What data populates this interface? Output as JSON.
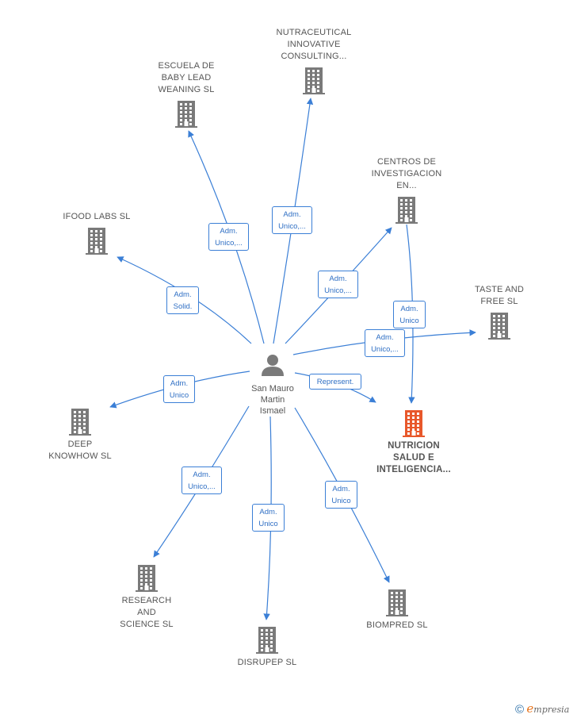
{
  "colors": {
    "edge": "#3b7fd6",
    "building": "#7a7a7a",
    "building_highlight": "#e8582b",
    "person": "#7a7a7a"
  },
  "person": {
    "icon": "person-icon",
    "lines": [
      "San Mauro",
      "Martin",
      "Ismael"
    ]
  },
  "companies": [
    {
      "id": "nutraceutical",
      "lines": [
        "NUTRACEUTICAL",
        "INNOVATIVE",
        "CONSULTING..."
      ],
      "label_pos": "above",
      "highlight": false
    },
    {
      "id": "escuela",
      "lines": [
        "ESCUELA DE",
        "BABY LEAD",
        "WEANING  SL"
      ],
      "label_pos": "above",
      "highlight": false
    },
    {
      "id": "centros",
      "lines": [
        "CENTROS DE",
        "INVESTIGACION",
        "EN..."
      ],
      "label_pos": "above",
      "highlight": false
    },
    {
      "id": "ifood",
      "lines": [
        "IFOOD LABS  SL"
      ],
      "label_pos": "above",
      "highlight": false
    },
    {
      "id": "taste",
      "lines": [
        "TASTE AND",
        "FREE  SL"
      ],
      "label_pos": "above",
      "highlight": false
    },
    {
      "id": "deep",
      "lines": [
        "DEEP",
        "KNOWHOW  SL"
      ],
      "label_pos": "below",
      "highlight": false
    },
    {
      "id": "nutricion",
      "lines": [
        "NUTRICION",
        "SALUD E",
        "INTELIGENCIA..."
      ],
      "label_pos": "below",
      "highlight": true
    },
    {
      "id": "research",
      "lines": [
        "RESEARCH",
        "AND",
        "SCIENCE  SL"
      ],
      "label_pos": "below",
      "highlight": false
    },
    {
      "id": "biompred",
      "lines": [
        "BIOMPRED  SL"
      ],
      "label_pos": "below",
      "highlight": false
    },
    {
      "id": "disrupep",
      "lines": [
        "DISRUPEP  SL"
      ],
      "label_pos": "below",
      "highlight": false
    }
  ],
  "edges": [
    {
      "to": "nutraceutical",
      "lines": [
        "Adm.",
        "Unico,..."
      ]
    },
    {
      "to": "escuela",
      "lines": [
        "Adm.",
        "Unico,..."
      ]
    },
    {
      "to": "centros",
      "lines": [
        "Adm.",
        "Unico,..."
      ]
    },
    {
      "to": "ifood",
      "lines": [
        "Adm.",
        "Solid."
      ]
    },
    {
      "to": "taste",
      "lines": [
        "Adm.",
        "Unico,..."
      ]
    },
    {
      "to": "deep",
      "lines": [
        "Adm.",
        "Unico"
      ]
    },
    {
      "to": "nutricion",
      "lines": [
        "Represent."
      ]
    },
    {
      "to": "research",
      "lines": [
        "Adm.",
        "Unico,..."
      ]
    },
    {
      "to": "biompred",
      "lines": [
        "Adm.",
        "Unico"
      ]
    },
    {
      "to": "disrupep",
      "lines": [
        "Adm.",
        "Unico"
      ]
    },
    {
      "from": "centros",
      "to": "nutricion",
      "lines": [
        "Adm.",
        "Unico"
      ]
    }
  ],
  "footer": {
    "copyright": "©",
    "brand_initial": "e",
    "brand_rest": "mpresia"
  }
}
